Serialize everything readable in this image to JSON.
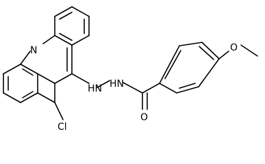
{
  "atoms": {
    "ring_n": "N",
    "hydrazide_nh_1": "HN",
    "hydrazide_nh_2": "HN",
    "methoxy_o": "O",
    "carbonyl_o": "O",
    "chloro": "Cl"
  },
  "colors": {
    "ink": "#000000",
    "background": "#ffffff"
  }
}
